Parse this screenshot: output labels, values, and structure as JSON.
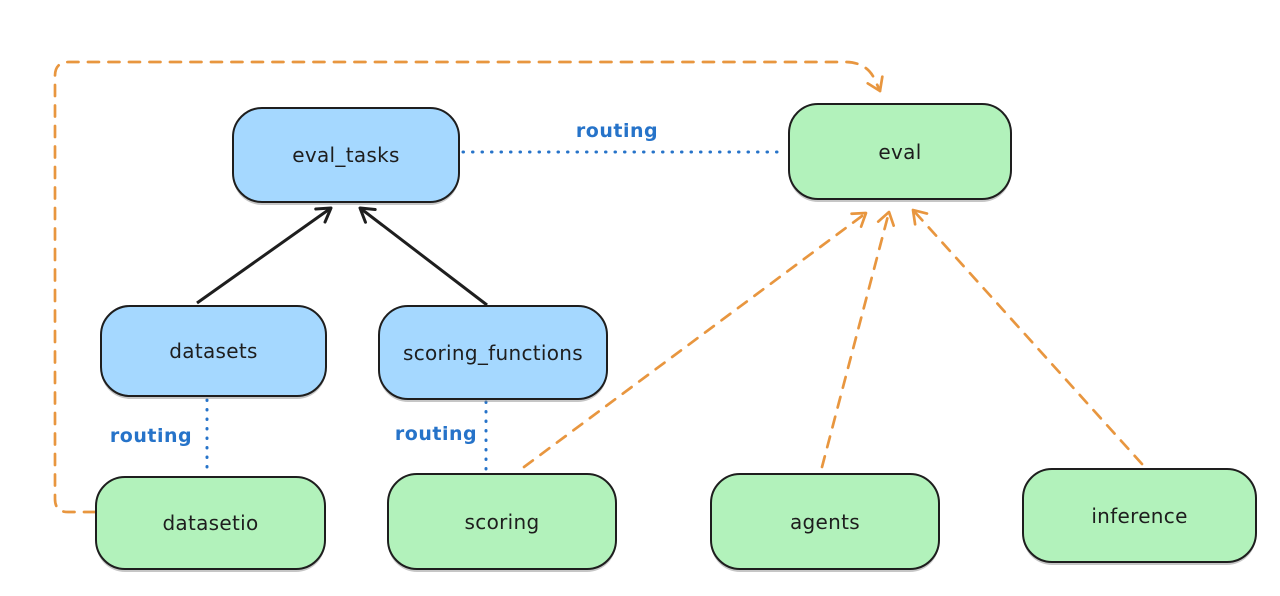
{
  "colors": {
    "background": "#ffffff",
    "node_stroke": "#1e1e1e",
    "blue_node_fill": "#a5d8ff",
    "green_node_fill": "#b2f2bb",
    "routing_blue": "#2673c9",
    "orange_dashed": "#e8963f",
    "black_arrow": "#1e1e1e",
    "label_text": "#1e1e1e"
  },
  "nodes": [
    {
      "id": "eval_tasks",
      "label": "eval_tasks",
      "fill": "blue"
    },
    {
      "id": "eval",
      "label": "eval",
      "fill": "green"
    },
    {
      "id": "datasets",
      "label": "datasets",
      "fill": "blue"
    },
    {
      "id": "scoring_functions",
      "label": "scoring_functions",
      "fill": "blue"
    },
    {
      "id": "datasetio",
      "label": "datasetio",
      "fill": "green"
    },
    {
      "id": "scoring",
      "label": "scoring",
      "fill": "green"
    },
    {
      "id": "agents",
      "label": "agents",
      "fill": "green"
    },
    {
      "id": "inference",
      "label": "inference",
      "fill": "green"
    }
  ],
  "edges": [
    {
      "from": "datasets",
      "to": "eval_tasks",
      "style": "solid-black-arrow"
    },
    {
      "from": "scoring_functions",
      "to": "eval_tasks",
      "style": "solid-black-arrow"
    },
    {
      "from": "eval_tasks",
      "to": "eval",
      "style": "dotted-blue",
      "label": "routing"
    },
    {
      "from": "datasets",
      "to": "datasetio",
      "style": "dotted-blue",
      "label": "routing"
    },
    {
      "from": "scoring_functions",
      "to": "scoring",
      "style": "dotted-blue",
      "label": "routing"
    },
    {
      "from": "datasetio",
      "to": "eval",
      "style": "dashed-orange-arrow"
    },
    {
      "from": "scoring",
      "to": "eval",
      "style": "dashed-orange-arrow"
    },
    {
      "from": "agents",
      "to": "eval",
      "style": "dashed-orange-arrow"
    },
    {
      "from": "inference",
      "to": "eval",
      "style": "dashed-orange-arrow"
    }
  ]
}
